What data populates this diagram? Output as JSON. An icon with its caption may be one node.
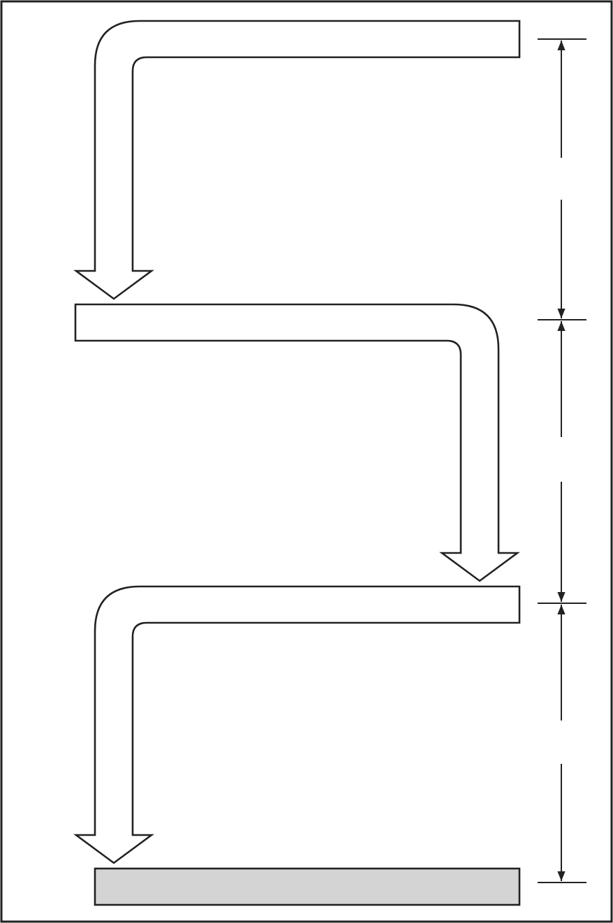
{
  "diagram": {
    "nodes": [
      {
        "text": [],
        "shape": "band"
      },
      {
        "text": [],
        "shape": "band"
      },
      {
        "text": [],
        "shape": "band"
      },
      {
        "text": [],
        "shape": "bar"
      }
    ],
    "edges": [
      {
        "from": 0,
        "to": 1,
        "arrow": "to"
      },
      {
        "from": 1,
        "to": 2,
        "arrow": "to"
      },
      {
        "from": 2,
        "to": 3,
        "arrow": "to"
      }
    ]
  }
}
